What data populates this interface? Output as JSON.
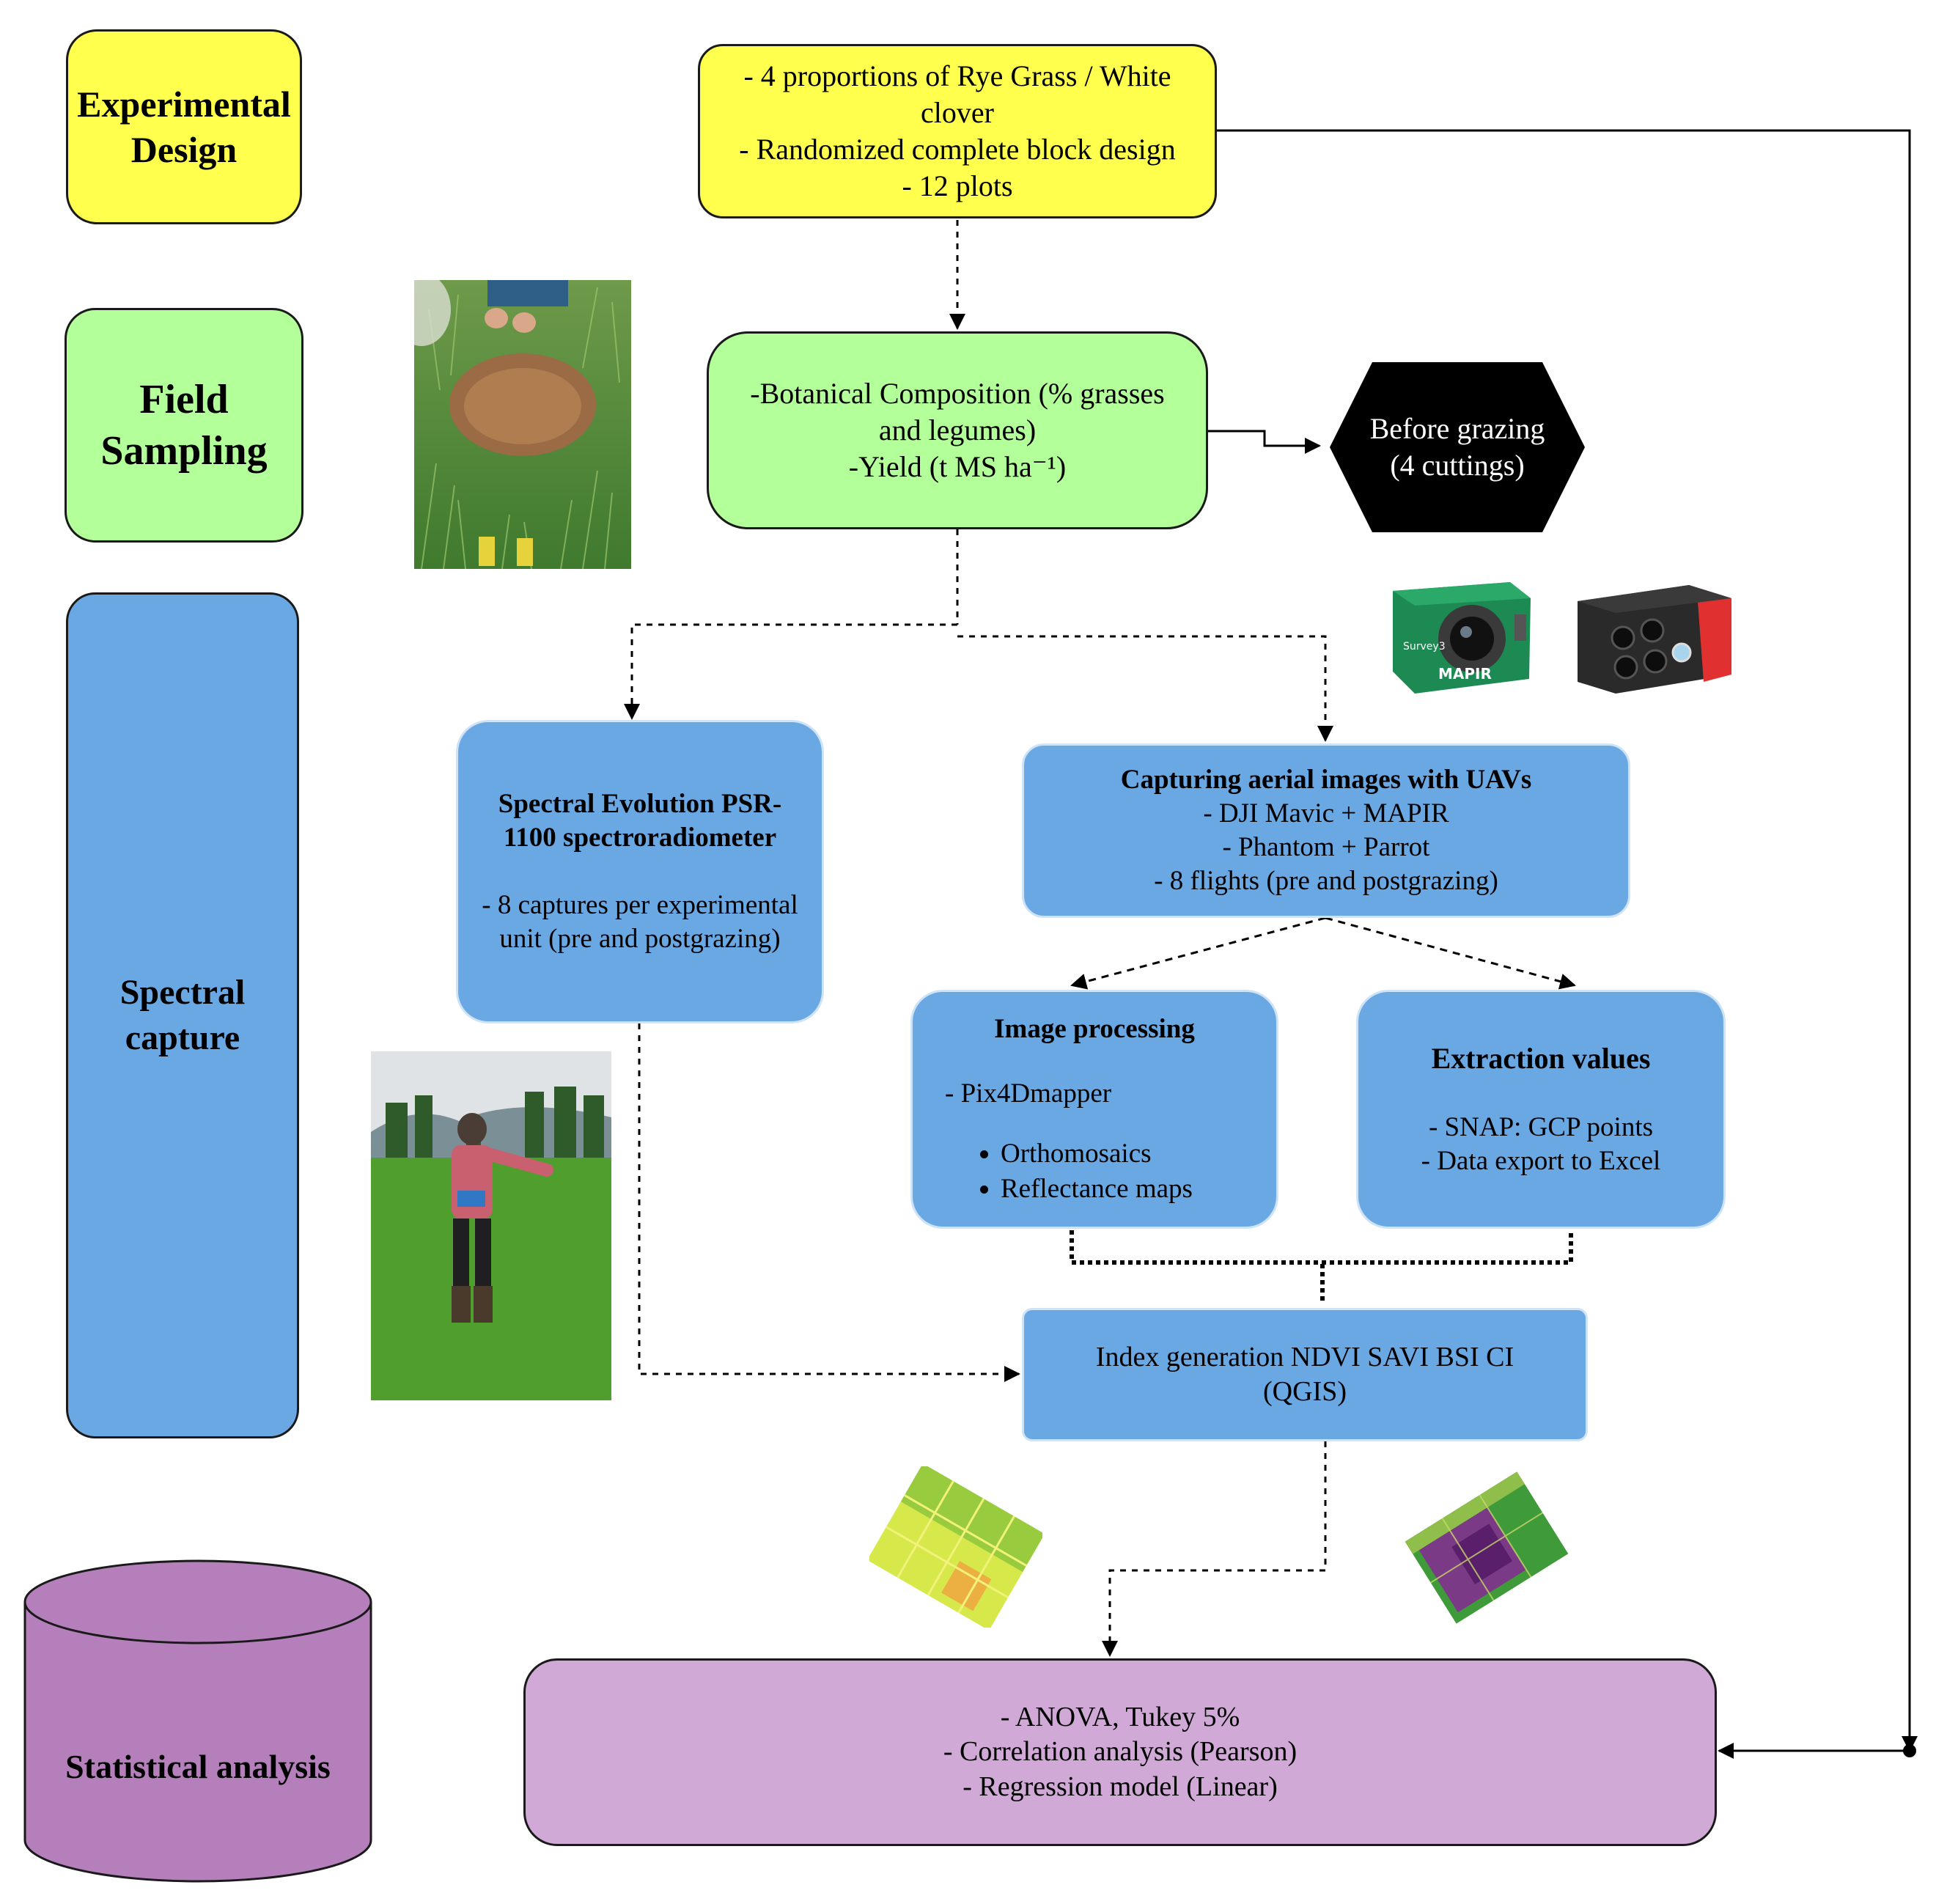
{
  "lanes": {
    "experimental_design": [
      "Experimental",
      "Design"
    ],
    "field_sampling": [
      "Field",
      "Sampling"
    ],
    "spectral_capture": [
      "Spectral",
      "capture"
    ],
    "statistical_analysis": "Statistical analysis"
  },
  "design_box": [
    "- 4 proportions of Rye Grass / White",
    "clover",
    "- Randomized complete block design",
    "- 12 plots"
  ],
  "sampling_box": [
    "-Botanical Composition (% grasses",
    "and legumes)",
    "-Yield (t MS ha⁻¹)"
  ],
  "grazing_hex": [
    "Before grazing",
    "(4 cuttings)"
  ],
  "spectro_box": {
    "title": [
      "Spectral Evolution PSR-",
      "1100 spectroradiometer"
    ],
    "body": [
      "- 8 captures per experimental",
      "unit (pre and postgrazing)"
    ]
  },
  "uav_box": {
    "title": "Capturing aerial images with UAVs",
    "body": [
      "- DJI Mavic + MAPIR",
      "- Phantom + Parrot",
      "- 8 flights (pre and postgrazing)"
    ]
  },
  "image_box": {
    "title": "Image processing",
    "subtitle": "- Pix4Dmapper",
    "bullets": [
      "Orthomosaics",
      "Reflectance maps"
    ]
  },
  "extraction_box": {
    "title": "Extraction values",
    "body": [
      "- SNAP: GCP points",
      "- Data export to Excel"
    ]
  },
  "index_box": [
    "Index generation NDVI SAVI BSI CI",
    "(QGIS)"
  ],
  "stats_box": [
    "- ANOVA, Tukey 5%",
    "- Correlation analysis (Pearson)",
    "- Regression model (Linear)"
  ],
  "camera_labels": {
    "green_camera": "Survey3",
    "green_camera_brand": "MAPIR"
  },
  "colors": {
    "yellow": "#ffff4d",
    "green": "#b3ff99",
    "blue": "#6aa8e4",
    "purple_lane": "#b57fbb",
    "purple_box": "#d0a9d6",
    "hexagon": "#000000"
  }
}
